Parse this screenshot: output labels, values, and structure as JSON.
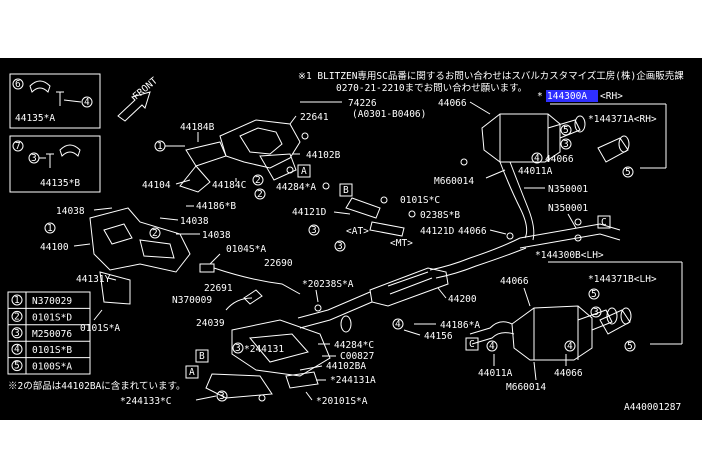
{
  "colors": {
    "background": "#000000",
    "line": "#ffffff",
    "highlight": "#2f2fff"
  },
  "note": {
    "line1": "※1 BLITZEN専用SC品番に関するお問い合わせはスバルカスタマイズ工房(株)企画販売課",
    "line2": "0270-21-2210までお問い合わせ願います。"
  },
  "front_label": "FRONT",
  "labels": {
    "p44135a": "44135*A",
    "p44135b": "44135*B",
    "p74226": "74226",
    "p74226_range": "(A0301-B0406)",
    "p44066_top": "44066",
    "p144300a": "144300A",
    "p144300a_suffix": "<RH>",
    "p144371a": "*144371A<RH>",
    "p22641": "22641",
    "p44184b": "44184B",
    "p44102b": "44102B",
    "p44104": "44104",
    "p44184c": "44184C",
    "p44284a": "44284*A",
    "p44066_r1": "44066",
    "p44011a_top": "44011A",
    "pM660014_top": "M660014",
    "pN350001_a": "N350001",
    "pN350001_b": "N350001",
    "p14038_a": "14038",
    "p14038_b": "14038",
    "p14038_c": "14038",
    "p44186b": "44186*B",
    "p44121d": "44121D",
    "p0101sc": "0101S*C",
    "p0238sb": "0238S*B",
    "pAT": "<AT>",
    "p44121d_2": "44121D",
    "pMT": "<MT>",
    "p44066_mid": "44066",
    "p0104sa": "0104S*A",
    "p44100": "44100",
    "p22690": "22690",
    "p144300b": "*144300B<LH>",
    "p144371b": "*144371B<LH>",
    "p44131y": "44131Y",
    "p22691": "22691",
    "p20238sa": "*20238S*A",
    "p44066_r2": "44066",
    "p44200": "44200",
    "pN370009": "N370009",
    "p24039": "24039",
    "p44186a": "44186*A",
    "p44156": "44156",
    "p244131": "*244131",
    "p44284c": "44284*C",
    "pC00827": "C00827",
    "p44102ba": "44102BA",
    "p44011a_bot": "44011A",
    "p44066_bot": "44066",
    "pM660014_bot": "M660014",
    "p244131a": "*244131A",
    "p244133c": "*244133*C",
    "p20101sa": "*20101S*A",
    "footnote": "※2の部品は44102BAに含まれています。",
    "fig_id": "A440001287"
  },
  "markers": {
    "n1": "1",
    "n2": "2",
    "n3": "3",
    "n4": "4",
    "n5": "5",
    "n6": "6",
    "n7": "7",
    "bA": "A",
    "bB": "B",
    "bC": "C"
  },
  "legend": [
    {
      "num": "1",
      "part": "N370029"
    },
    {
      "num": "2",
      "part": "0101S*D"
    },
    {
      "num": "3",
      "part": "M250076"
    },
    {
      "num": "4",
      "part": "0101S*B"
    },
    {
      "num": "5",
      "part": "0100S*A"
    }
  ]
}
